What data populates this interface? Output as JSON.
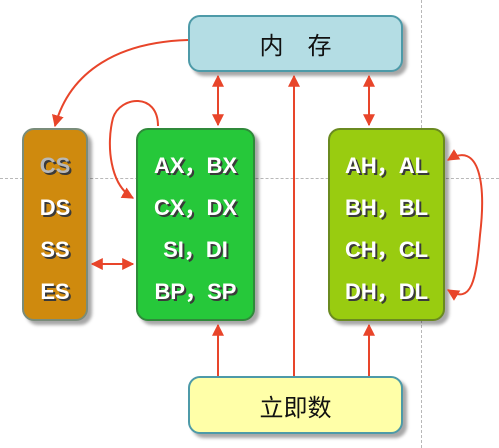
{
  "memory": {
    "label": "内　存"
  },
  "immediate": {
    "label": "立即数"
  },
  "segment_registers": [
    "CS",
    "DS",
    "SS",
    "ES"
  ],
  "general_registers": [
    "AX，BX",
    "CX，DX",
    "SI，DI",
    "BP，SP"
  ],
  "byte_registers": [
    "AH，AL",
    "BH，BL",
    "CH，CL",
    "DH，DL"
  ],
  "colors": {
    "memory_box": "#b4dde4",
    "immediate_box": "#ffffa8",
    "segment_box": "#cf8a0e",
    "general_box": "#26c83a",
    "byte_box": "#99cc10",
    "arrow": "#e8452a"
  }
}
